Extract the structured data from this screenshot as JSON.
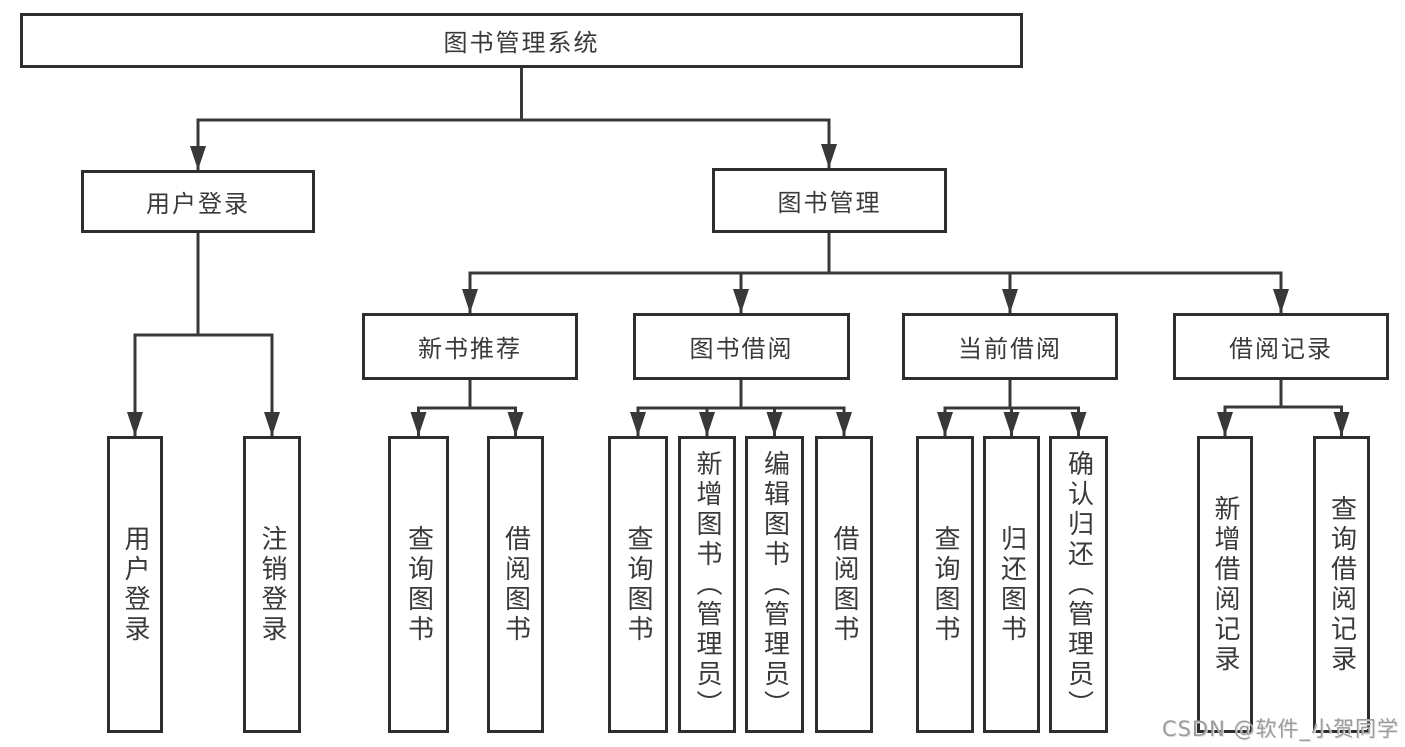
{
  "diagram": {
    "root": {
      "label": "图书管理系统"
    },
    "branches": [
      {
        "label": "用户登录",
        "leaves": [
          {
            "label": "用户登录"
          },
          {
            "label": "注销登录"
          }
        ]
      },
      {
        "label": "图书管理",
        "sections": [
          {
            "label": "新书推荐",
            "leaves": [
              {
                "label": "查询图书"
              },
              {
                "label": "借阅图书"
              }
            ]
          },
          {
            "label": "图书借阅",
            "leaves": [
              {
                "label": "查询图书"
              },
              {
                "label": "新增图书（管理员）"
              },
              {
                "label": "编辑图书（管理员）"
              },
              {
                "label": "借阅图书"
              }
            ]
          },
          {
            "label": "当前借阅",
            "leaves": [
              {
                "label": "查询图书"
              },
              {
                "label": "归还图书"
              },
              {
                "label": "确认归还（管理员）"
              }
            ]
          },
          {
            "label": "借阅记录",
            "leaves": [
              {
                "label": "新增借阅记录"
              },
              {
                "label": "查询借阅记录"
              }
            ]
          }
        ]
      }
    ],
    "colors": {
      "line": "#383838",
      "box_border": "#2e2e2e",
      "text": "#3a3a3a",
      "watermark": "#9c9c9c",
      "background": "#ffffff"
    },
    "watermark": "CSDN @软件_小贺同学"
  }
}
